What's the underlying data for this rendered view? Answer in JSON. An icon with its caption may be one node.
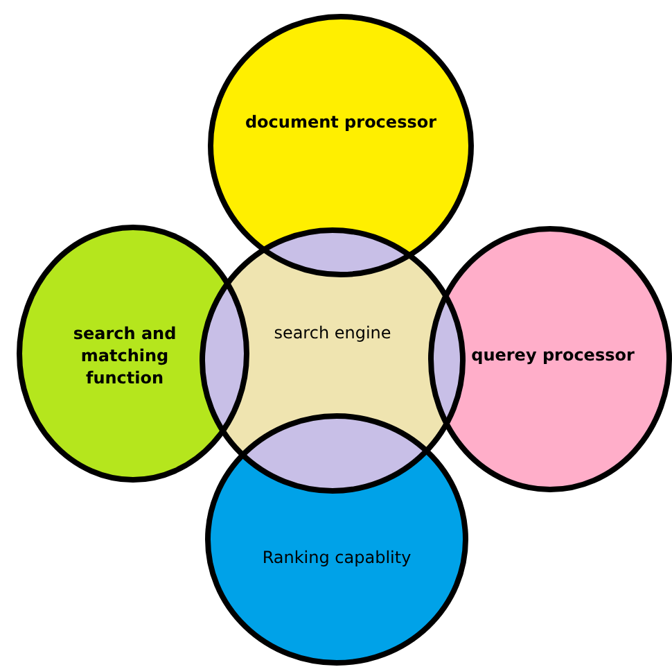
{
  "diagram": {
    "nodes": [
      {
        "text": [
          "document processor"
        ]
      },
      {
        "text": [
          "search and matching function"
        ]
      },
      {
        "text": [
          "search engine"
        ]
      },
      {
        "text": [
          "querey processor"
        ]
      },
      {
        "text": [
          "Ranking capablity"
        ]
      }
    ]
  }
}
